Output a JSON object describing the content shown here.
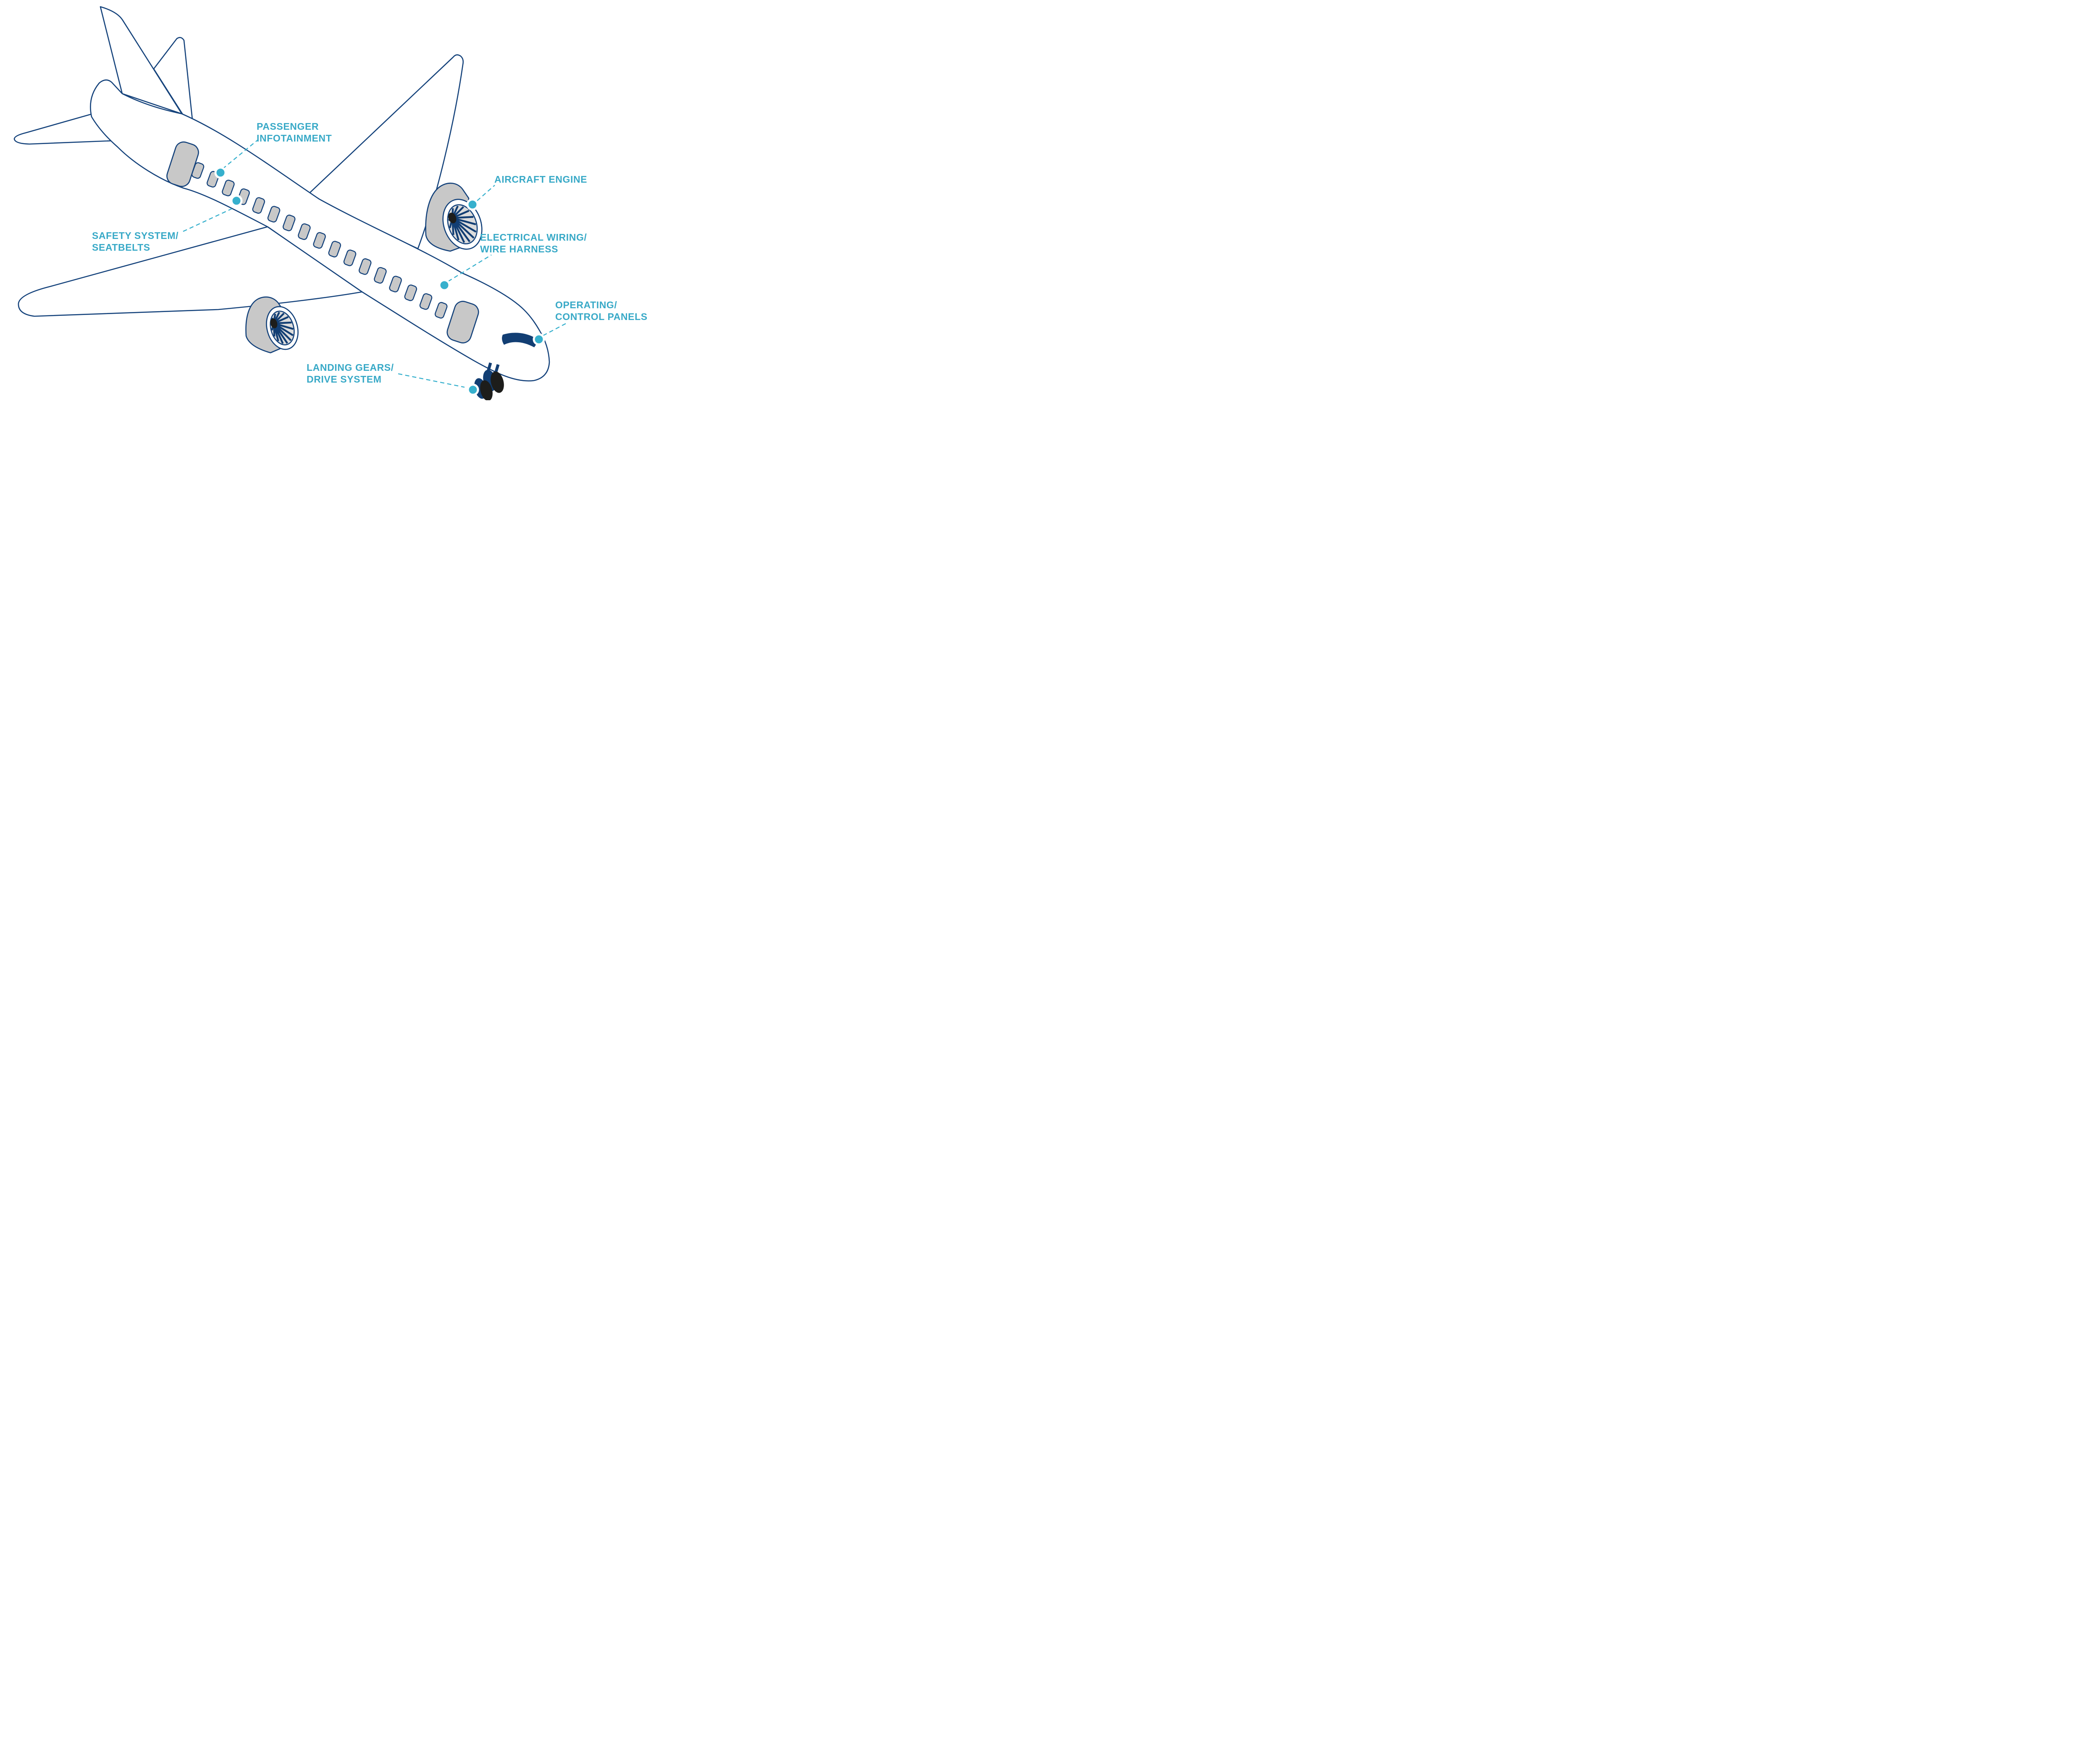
{
  "diagram": {
    "subject": "Aircraft systems overview diagram",
    "background": "#ffffff",
    "accent_colors": {
      "callout_teal": "#36b0cd",
      "label_text_teal": "#38a9c7",
      "outline_navy": "#14427b",
      "dark_navy_fill": "#123e73",
      "panel_gray": "#c8c8c8",
      "tire_black": "#1d1d1b"
    },
    "callouts": [
      {
        "id": "passenger-infotainment",
        "line1": "PASSENGER",
        "line2": "INFOTAINMENT"
      },
      {
        "id": "aircraft-engine",
        "line1": "AIRCRAFT ENGINE",
        "line2": ""
      },
      {
        "id": "safety-system",
        "line1": "SAFETY SYSTEM/",
        "line2": "SEATBELTS"
      },
      {
        "id": "electrical-wiring",
        "line1": "ELECTRICAL WIRING/",
        "line2": "WIRE HARNESS"
      },
      {
        "id": "operating-control",
        "line1": "OPERATING/",
        "line2": "CONTROL PANELS"
      },
      {
        "id": "landing-gears",
        "line1": "LANDING GEARS/",
        "line2": "DRIVE SYSTEM"
      }
    ]
  }
}
